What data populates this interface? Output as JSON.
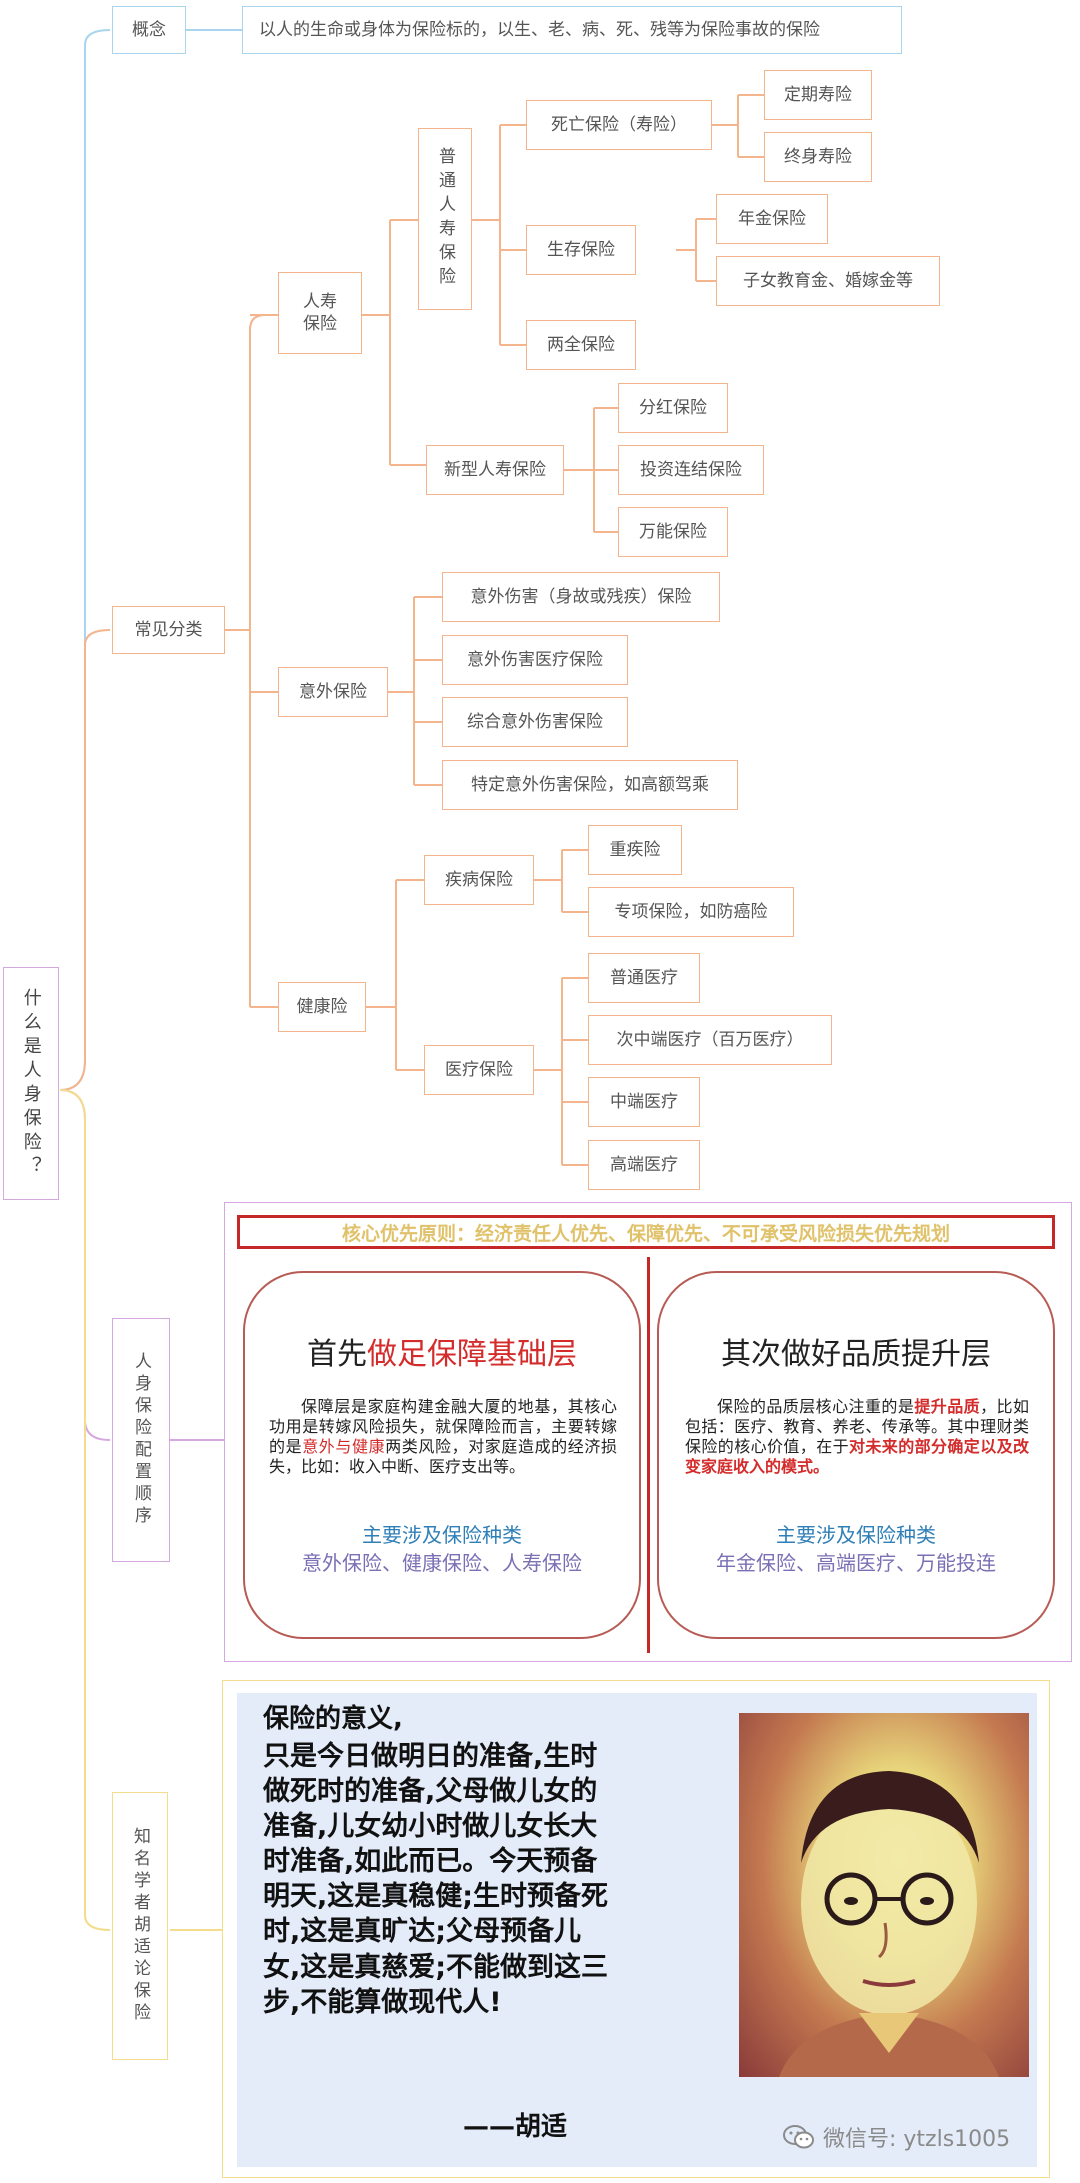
{
  "root": "什么是人身保险？",
  "concept": {
    "label": "概念",
    "text": "以人的生命或身体为保险标的，以生、老、病、死、残等为保险事故的保险"
  },
  "classification": {
    "label": "常见分类",
    "life": {
      "label": "人寿保险",
      "ordinary": {
        "label": "普通人寿保险",
        "death": {
          "label": "死亡保险（寿险）",
          "items": [
            "定期寿险",
            "终身寿险"
          ]
        },
        "survival": {
          "label": "生存保险",
          "items": [
            "年金保险",
            "子女教育金、婚嫁金等"
          ]
        },
        "endowment": "两全保险"
      },
      "new_type": {
        "label": "新型人寿保险",
        "items": [
          "分红保险",
          "投资连结保险",
          "万能保险"
        ]
      }
    },
    "accident": {
      "label": "意外保险",
      "items": [
        "意外伤害（身故或残疾）保险",
        "意外伤害医疗保险",
        "综合意外伤害保险",
        "特定意外伤害保险，如高额驾乘"
      ]
    },
    "health": {
      "label": "健康险",
      "disease": {
        "label": "疾病保险",
        "items": [
          "重疾险",
          "专项保险，如防癌险"
        ]
      },
      "medical": {
        "label": "医疗保险",
        "items": [
          "普通医疗",
          "次中端医疗（百万医疗）",
          "中端医疗",
          "高端医疗"
        ]
      }
    }
  },
  "config": {
    "label": "人身保险配置顺序",
    "principle": "核心优先原则：经济责任人优先、保障优先、不可承受风险损失优先规划",
    "left": {
      "title_pre": "首先",
      "title_hl": "做足保障基础层",
      "body_1": "保障层是家庭构建金融大厦的地基，其核心功用是转嫁风险损失，就保障险而言，主要转嫁的是",
      "body_hl": "意外与健康",
      "body_2": "两类风险，对家庭造成的经济损失，比如：收入中断、医疗支出等。",
      "kinds_title": "主要涉及保险种类",
      "kinds": "意外保险、健康保险、人寿保险"
    },
    "right": {
      "title": "其次做好品质提升层",
      "body_1": "保险的品质层核心注重的是",
      "body_hl1": "提升品质",
      "body_2": "，比如包括：医疗、教育、养老、传承等。其中理财类保险的核心价值，在于",
      "body_hl2": "对未来的部分确定以及改变家庭收入的模式。",
      "kinds_title": "主要涉及保险种类",
      "kinds": "年金保险、高端医疗、万能投连"
    }
  },
  "hushi": {
    "label": "知名学者胡适论保险",
    "quote_title": "保险的意义,",
    "quote": "只是今日做明日的准备,生时做死时的准备,父母做儿女的准备,儿女幼小时做儿女长大时准备,如此而已。今天预备明天,这是真稳健;生时预备死时,这是真旷达;父母预备儿女,这是真慈爱;不能做到这三步,不能算做现代人!",
    "author": "——胡适",
    "watermark": "微信号: ytzls1005"
  },
  "colors": {
    "orange": "#f4b48c",
    "blue": "#a9d5ef",
    "purple": "#d6a8e0",
    "yellow": "#f3dd8c",
    "red": "#d42b2b"
  },
  "icons": [
    "wechat-icon",
    "portrait-image"
  ]
}
